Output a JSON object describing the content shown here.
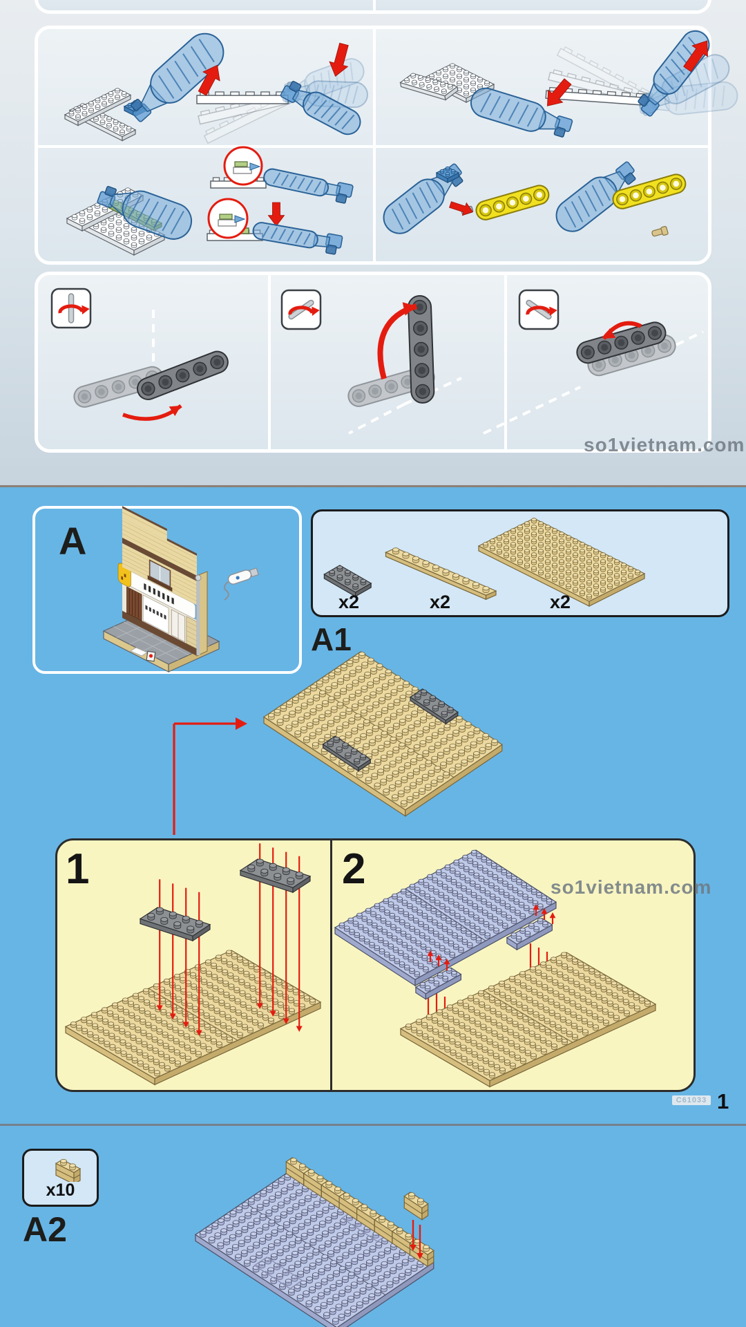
{
  "page": {
    "watermark": "so1vietnam.com",
    "page_number": "1",
    "set_code": "C61033",
    "background_blue": "#67b5e5",
    "accent_red": "#e41c10",
    "tan": "#ecd9a0",
    "lavender": "#bfc9e8"
  },
  "tool_panels": {
    "icons": [
      "rotate-axis-allowed-icon",
      "rotate-axis-crossed-icon",
      "rotate-axis-crossed-icon"
    ]
  },
  "step_a": {
    "label": "A",
    "a1": {
      "label": "A1",
      "parts": [
        {
          "part": "plate-2x4-dark-gray",
          "count": "x2"
        },
        {
          "part": "plate-1x10-tan",
          "count": "x2"
        },
        {
          "part": "plate-8x16-tan",
          "count": "x2"
        }
      ],
      "inset_steps": [
        {
          "label": "1"
        },
        {
          "label": "2"
        }
      ]
    },
    "a2": {
      "label": "A2",
      "parts": [
        {
          "part": "brick-1x2-masonry-tan",
          "count": "x10"
        }
      ]
    }
  }
}
